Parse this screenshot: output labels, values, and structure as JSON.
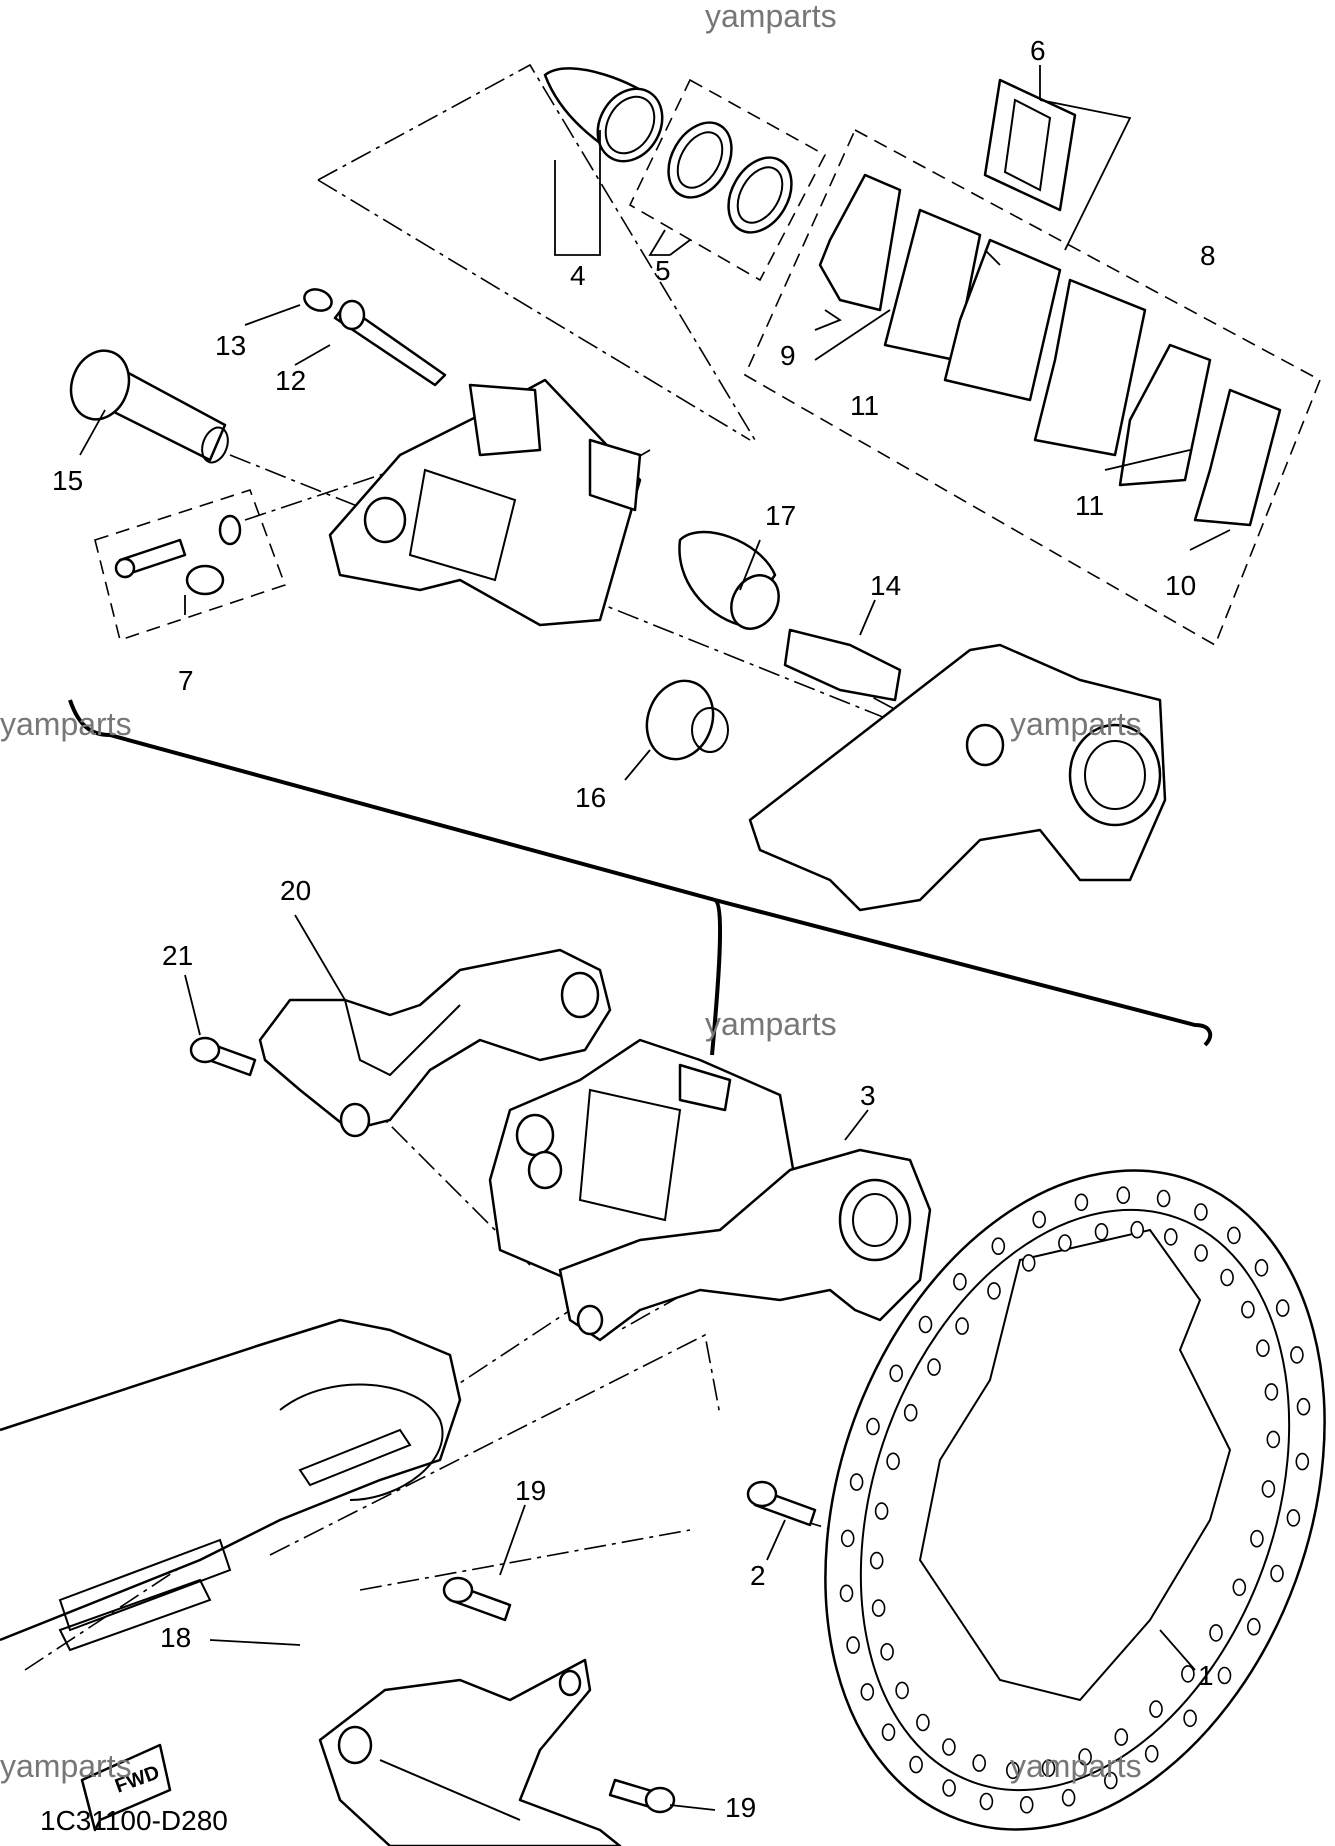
{
  "watermark": "yamparts",
  "diagram_code": "1C31100-D280",
  "fwd_label": "FWD",
  "callouts": [
    "1",
    "2",
    "3",
    "4",
    "5",
    "6",
    "7",
    "8",
    "9",
    "10",
    "11",
    "11",
    "12",
    "13",
    "14",
    "15",
    "16",
    "17",
    "18",
    "19",
    "19",
    "20",
    "21"
  ]
}
